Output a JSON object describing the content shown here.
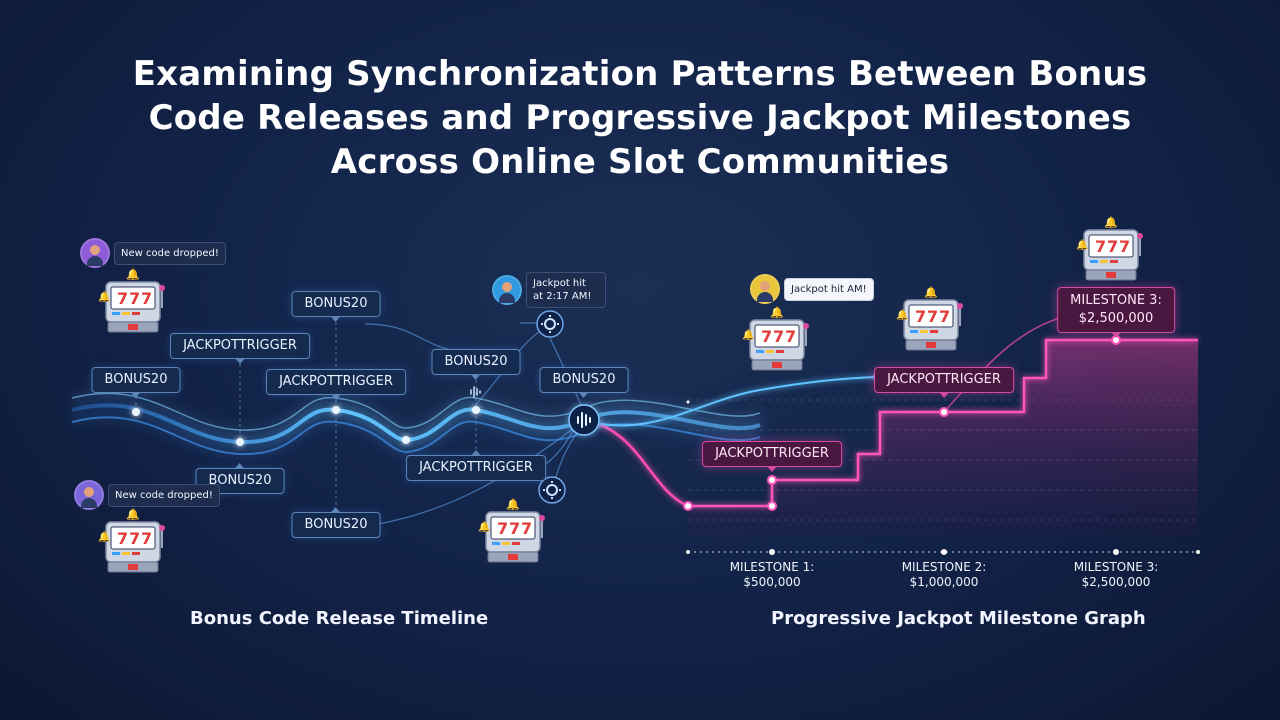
{
  "title": "Examining Synchronization Patterns Between Bonus Code Releases and Progressive Jackpot Milestones Across Online Slot Communities",
  "left_section": {
    "label": "Bonus Code Release Timeline",
    "tags": {
      "bonus_1": "BONUS20",
      "bonus_2": "BONUS20",
      "bonus_3": "BONUS20",
      "bonus_4": "BONUS20",
      "bonus_5": "BONUS20",
      "bonus_6": "BONUS20",
      "trigger_1": "JACKPOTTRIGGER",
      "trigger_2": "JACKPOTTRIGGER",
      "trigger_3": "JACKPOTTRIGGER"
    },
    "bubbles": {
      "top_left": "New code dropped!",
      "bottom_left": "New code dropped!",
      "center": "Jackpot hit at 2:17 AM!"
    }
  },
  "right_section": {
    "label": "Progressive Jackpot Milestone Graph",
    "bubble": "Jackpot hit AM!",
    "tags": {
      "trigger_low": "JACKPOTTRIGGER",
      "trigger_mid": "JACKPOTTRIGGER",
      "milestone_top_line1": "MILESTONE 3:",
      "milestone_top_line2": "$2,500,000"
    },
    "axis": [
      {
        "line1": "MILESTONE 1:",
        "line2": "$500,000"
      },
      {
        "line1": "MILESTONE 2:",
        "line2": "$1,000,000"
      },
      {
        "line1": "MILESTONE 3:",
        "line2": "$2,500,000"
      }
    ]
  },
  "slot_reels": "777",
  "colors": {
    "background": "#13244a",
    "wave": "#4fb3ff",
    "pink": "#e0489f",
    "tag_border": "#5d85b8"
  },
  "icons": [
    "slot-machine-icon",
    "bell-icon",
    "gear-icon",
    "soundwave-icon",
    "avatar-icon"
  ]
}
